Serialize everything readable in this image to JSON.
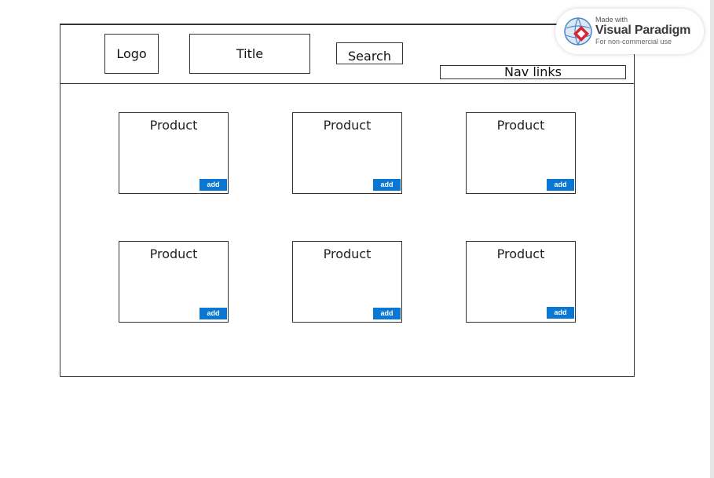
{
  "header": {
    "logo_label": "Logo",
    "title_label": "Title",
    "search_label": "Search",
    "nav_label": "Nav links"
  },
  "products": [
    {
      "label": "Product",
      "button": "add"
    },
    {
      "label": "Product",
      "button": "add"
    },
    {
      "label": "Product",
      "button": "add"
    },
    {
      "label": "Product",
      "button": "add"
    },
    {
      "label": "Product",
      "button": "add"
    },
    {
      "label": "Product",
      "button": "add"
    }
  ],
  "watermark": {
    "made_with": "Made with",
    "brand": "Visual Paradigm",
    "note": "For non-commercial use"
  },
  "colors": {
    "button": "#0a77d4",
    "border": "#333333"
  }
}
